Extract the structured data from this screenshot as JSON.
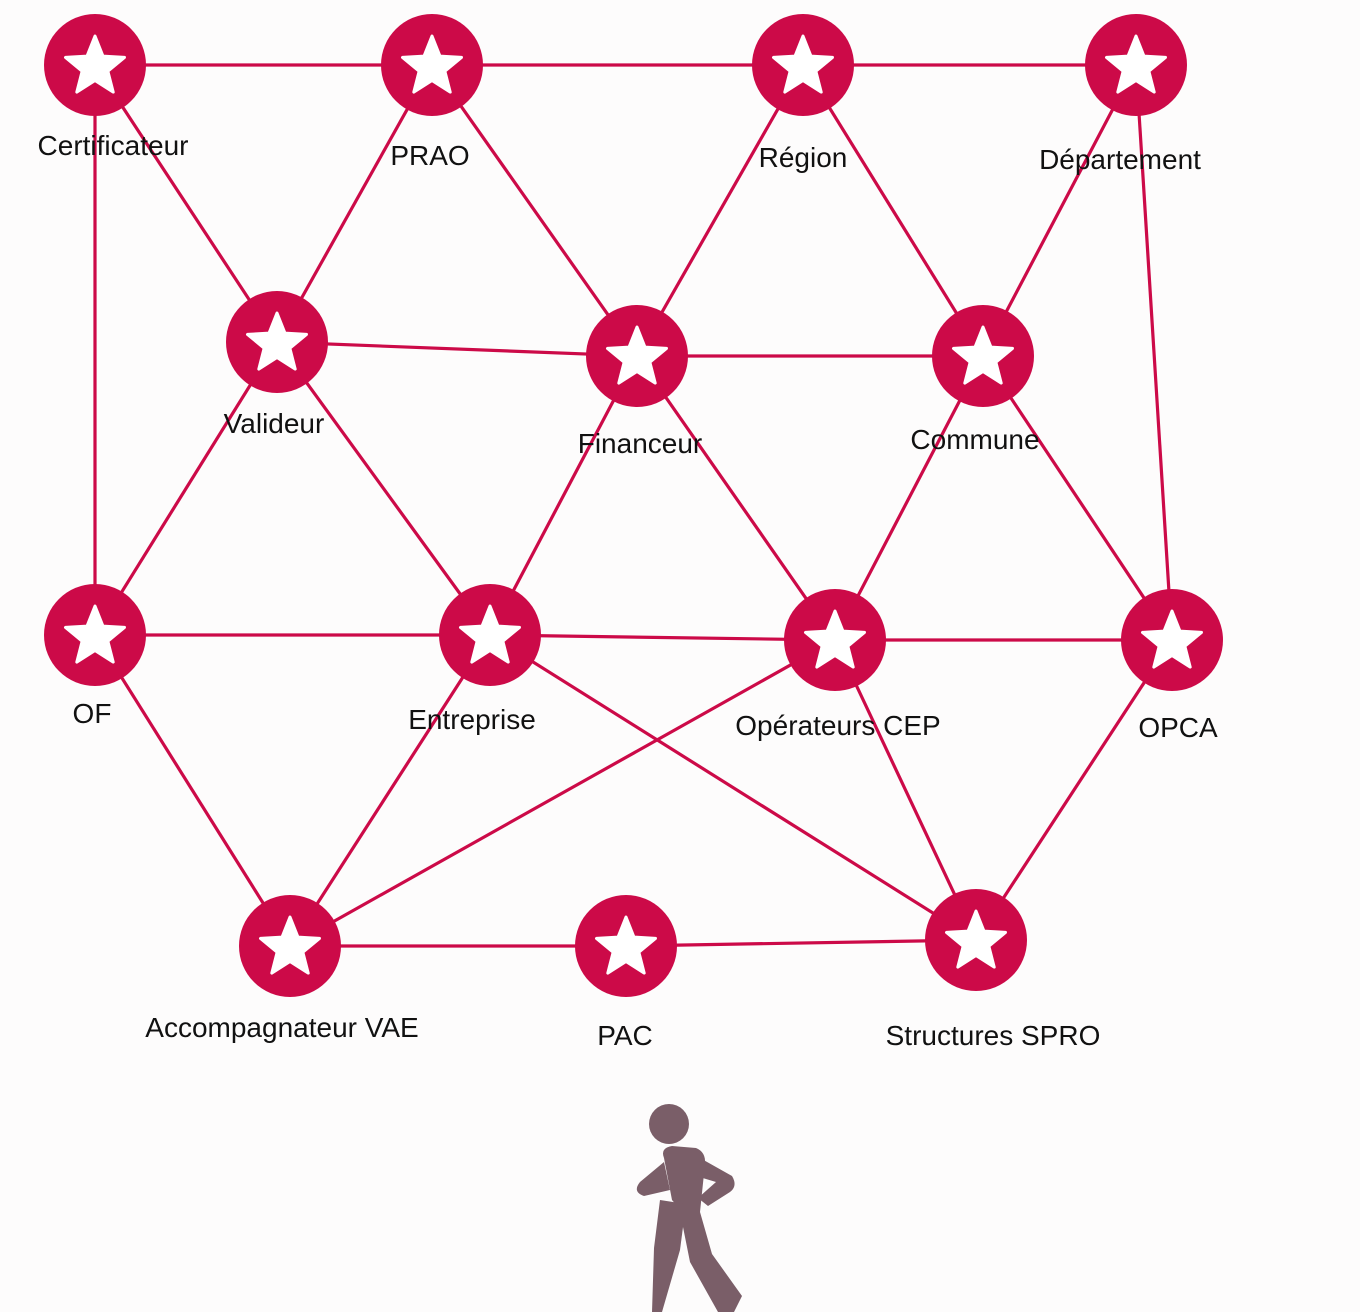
{
  "colors": {
    "accent": "#cc0a48",
    "star": "#ffffff",
    "text": "#111111",
    "person": "#7a5e68",
    "background": "#fdfcfc"
  },
  "nodes": [
    {
      "id": "certificateur",
      "label": "Certificateur",
      "icon": "star-icon"
    },
    {
      "id": "prao",
      "label": "PRAO",
      "icon": "star-icon"
    },
    {
      "id": "region",
      "label": "Région",
      "icon": "star-icon"
    },
    {
      "id": "departement",
      "label": "Département",
      "icon": "star-icon"
    },
    {
      "id": "valideur",
      "label": "Valideur",
      "icon": "star-icon"
    },
    {
      "id": "financeur",
      "label": "Financeur",
      "icon": "star-icon"
    },
    {
      "id": "commune",
      "label": "Commune",
      "icon": "star-icon"
    },
    {
      "id": "of",
      "label": "OF",
      "icon": "star-icon"
    },
    {
      "id": "entreprise",
      "label": "Entreprise",
      "icon": "star-icon"
    },
    {
      "id": "operateurs-cep",
      "label": "Opérateurs CEP",
      "icon": "star-icon"
    },
    {
      "id": "opca",
      "label": "OPCA",
      "icon": "star-icon"
    },
    {
      "id": "accompagnateur-vae",
      "label": "Accompagnateur VAE",
      "icon": "star-icon"
    },
    {
      "id": "pac",
      "label": "PAC",
      "icon": "star-icon"
    },
    {
      "id": "structures-spro",
      "label": "Structures SPRO",
      "icon": "star-icon"
    }
  ],
  "edges": [
    [
      "certificateur",
      "prao"
    ],
    [
      "prao",
      "region"
    ],
    [
      "region",
      "departement"
    ],
    [
      "certificateur",
      "of"
    ],
    [
      "certificateur",
      "valideur"
    ],
    [
      "prao",
      "valideur"
    ],
    [
      "prao",
      "financeur"
    ],
    [
      "region",
      "financeur"
    ],
    [
      "region",
      "commune"
    ],
    [
      "departement",
      "commune"
    ],
    [
      "departement",
      "opca"
    ],
    [
      "valideur",
      "financeur"
    ],
    [
      "financeur",
      "commune"
    ],
    [
      "valideur",
      "of"
    ],
    [
      "valideur",
      "entreprise"
    ],
    [
      "financeur",
      "entreprise"
    ],
    [
      "financeur",
      "operateurs-cep"
    ],
    [
      "commune",
      "operateurs-cep"
    ],
    [
      "commune",
      "opca"
    ],
    [
      "of",
      "entreprise"
    ],
    [
      "entreprise",
      "operateurs-cep"
    ],
    [
      "operateurs-cep",
      "opca"
    ],
    [
      "of",
      "accompagnateur-vae"
    ],
    [
      "entreprise",
      "accompagnateur-vae"
    ],
    [
      "entreprise",
      "structures-spro"
    ],
    [
      "operateurs-cep",
      "accompagnateur-vae"
    ],
    [
      "operateurs-cep",
      "structures-spro"
    ],
    [
      "opca",
      "structures-spro"
    ],
    [
      "accompagnateur-vae",
      "pac"
    ],
    [
      "pac",
      "structures-spro"
    ]
  ],
  "figure": {
    "icon": "walking-person-icon"
  }
}
